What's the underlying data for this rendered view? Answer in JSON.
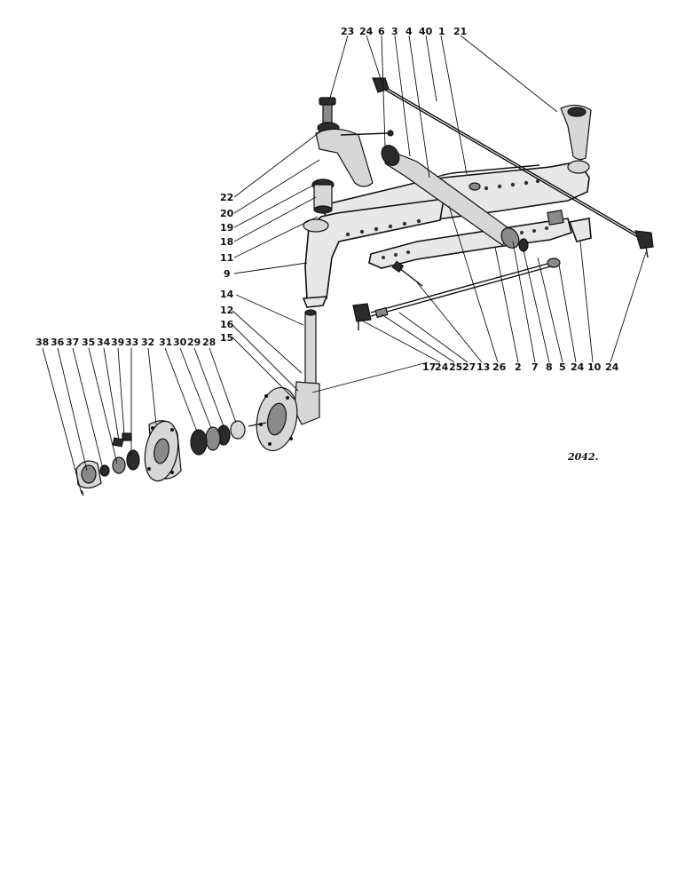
{
  "figure_number": "2042.",
  "labels_top": [
    "23",
    "24",
    "6",
    "3",
    "4",
    "40",
    "1",
    "21"
  ],
  "labels_left": [
    "22",
    "20",
    "19",
    "18",
    "11",
    "9",
    "14",
    "12",
    "16",
    "15"
  ],
  "labels_bottom_right": [
    "17",
    "24",
    "25",
    "27",
    "13",
    "26",
    "2",
    "7",
    "8",
    "5",
    "24",
    "10",
    "24"
  ],
  "labels_hub_row": [
    "38",
    "36",
    "37",
    "35",
    "34",
    "39",
    "33",
    "32",
    "31",
    "30",
    "29",
    "28"
  ]
}
